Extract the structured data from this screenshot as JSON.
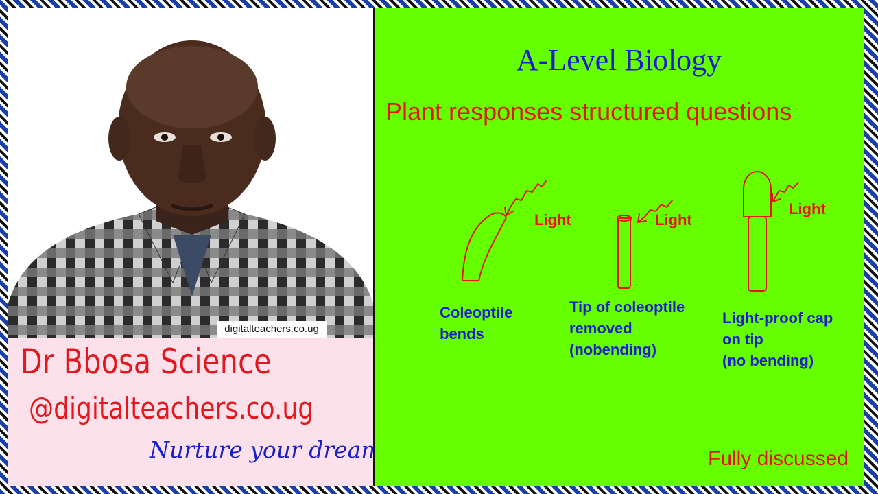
{
  "left": {
    "photo_watermark": "digitalteachers.co.ug",
    "brand_name": "Dr Bbosa Science",
    "handle": "@digitalteachers.co.ug",
    "slogan": "Nurture your dreams"
  },
  "right": {
    "title": "A-Level Biology",
    "subtitle": "Plant responses structured questions",
    "diagrams": [
      {
        "light_label": "Light",
        "caption_lines": [
          "Coleoptile",
          "bends"
        ]
      },
      {
        "light_label": "Light",
        "caption_lines": [
          "Tip of coleoptile",
          "removed",
          "(nobending)"
        ]
      },
      {
        "light_label": "Light",
        "caption_lines": [
          "Light-proof cap",
          "on tip",
          "(no bending)"
        ]
      }
    ],
    "footer": "Fully discussed"
  },
  "colors": {
    "green_bg": "#66ff00",
    "title_blue": "#1b1bd1",
    "accent_red": "#e5141b",
    "pink_bg": "#fce1ea"
  },
  "icons": [
    "portrait-photo",
    "light-ray-icon",
    "coleoptile-drawing"
  ]
}
